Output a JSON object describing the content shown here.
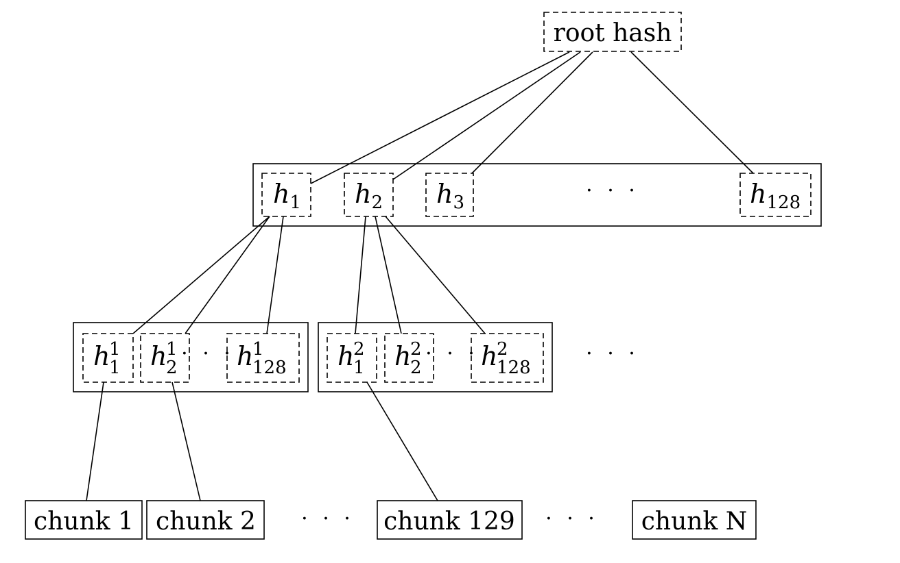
{
  "root": {
    "label": "root hash"
  },
  "level1": {
    "nodes": [
      {
        "base": "h",
        "sub": "1",
        "sup": ""
      },
      {
        "base": "h",
        "sub": "2",
        "sup": ""
      },
      {
        "base": "h",
        "sub": "3",
        "sup": ""
      },
      {
        "base": "h",
        "sub": "128",
        "sup": ""
      }
    ],
    "ellipsis": "· · ·"
  },
  "level2": {
    "groups": [
      {
        "nodes": [
          {
            "base": "h",
            "sub": "1",
            "sup": "1"
          },
          {
            "base": "h",
            "sub": "2",
            "sup": "1"
          },
          {
            "base": "h",
            "sub": "128",
            "sup": "1"
          }
        ],
        "ellipsis": "· · ·"
      },
      {
        "nodes": [
          {
            "base": "h",
            "sub": "1",
            "sup": "2"
          },
          {
            "base": "h",
            "sub": "2",
            "sup": "2"
          },
          {
            "base": "h",
            "sub": "128",
            "sup": "2"
          }
        ],
        "ellipsis": "· · ·"
      }
    ],
    "ellipsis": "· · ·"
  },
  "chunks": {
    "items": [
      "chunk 1",
      "chunk 2",
      "chunk 129",
      "chunk N"
    ],
    "ellipsis_1": "· · ·",
    "ellipsis_2": "· · ·"
  }
}
